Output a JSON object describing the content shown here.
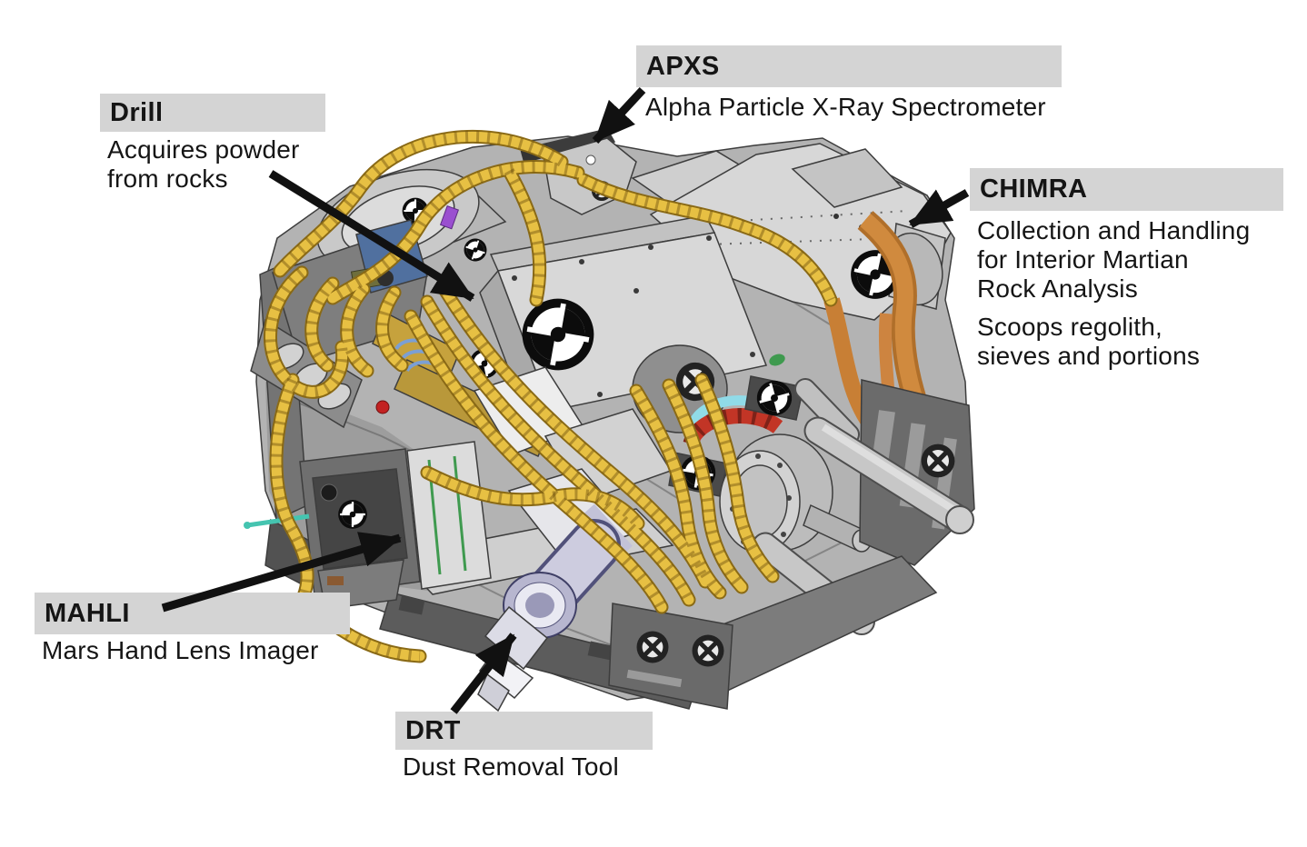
{
  "page": {
    "background": "#ffffff",
    "label_background": "#d4d4d4",
    "text_color": "#151515",
    "arrow_color": "#111111"
  },
  "labels": {
    "drill": {
      "title": "Drill",
      "lines": [
        "Acquires powder",
        "from rocks"
      ]
    },
    "apxs": {
      "title": "APXS",
      "lines": [
        "Alpha Particle X-Ray Spectrometer"
      ]
    },
    "chimra": {
      "title": "CHIMRA",
      "lines": [
        "Collection and Handling",
        "for Interior Martian",
        "Rock Analysis"
      ],
      "lines2": [
        "Scoops regolith,",
        "sieves and portions"
      ]
    },
    "mahli": {
      "title": "MAHLI",
      "lines": [
        "Mars Hand Lens Imager"
      ]
    },
    "drt": {
      "title": "DRT",
      "lines": [
        "Dust Removal Tool"
      ]
    }
  },
  "icons": {
    "calibration_target": "black-white quadrant bullseye marker",
    "spoke_wheel": "dark spoked wheel cutout",
    "callout_arrow": "solid black pointer arrow"
  },
  "colors": {
    "machine_gray": "#c9c9c9",
    "cable_yellow": "#e7c043",
    "duct_orange": "#d08a3e",
    "accent_red": "#c23526",
    "accent_cyan": "#90dbe8",
    "accent_blue": "#50709f",
    "accent_lavender": "#cdccdf"
  }
}
